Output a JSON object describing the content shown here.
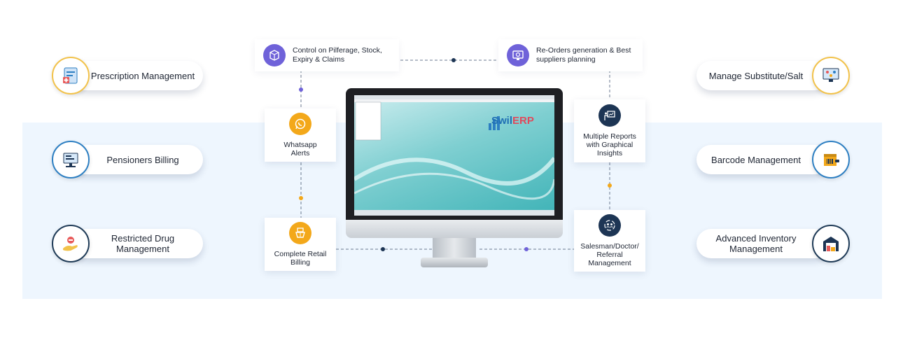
{
  "left_pills": [
    {
      "label": "Prescription Management",
      "icon": "prescription-icon"
    },
    {
      "label": "Pensioners Billing",
      "icon": "billing-desk-icon"
    },
    {
      "label": "Restricted Drug Management",
      "icon": "restricted-drug-icon"
    }
  ],
  "right_pills": [
    {
      "label": "Manage Substitute/Salt",
      "icon": "substitute-icon"
    },
    {
      "label": "Barcode Management",
      "icon": "barcode-store-icon"
    },
    {
      "label": "Advanced Inventory Management",
      "icon": "warehouse-icon"
    }
  ],
  "top_cards": [
    {
      "label": "Control on Pilferage, Stock, Expiry & Claims",
      "icon": "box-check-icon"
    },
    {
      "label": "Re-Orders generation & Best suppliers planning",
      "icon": "reorder-screen-icon"
    }
  ],
  "side_cards": [
    {
      "label": "Whatsapp Alerts",
      "icon": "whatsapp-icon"
    },
    {
      "label": "Complete Retail Billing",
      "icon": "retail-basket-icon"
    },
    {
      "label": "Multiple Reports with Graphical Insights",
      "icon": "presentation-icon"
    },
    {
      "label": "Salesman/Doctor/ Referral Management",
      "icon": "people-cycle-icon"
    }
  ],
  "monitor": {
    "logo_main": "Swil",
    "logo_accent": "ERP"
  },
  "colors": {
    "band": "#eef6fe",
    "accent_orange": "#f3a81a",
    "accent_navy": "#1d3554",
    "accent_purple": "#6f62d9",
    "dot_purple": "#6f62d9"
  }
}
